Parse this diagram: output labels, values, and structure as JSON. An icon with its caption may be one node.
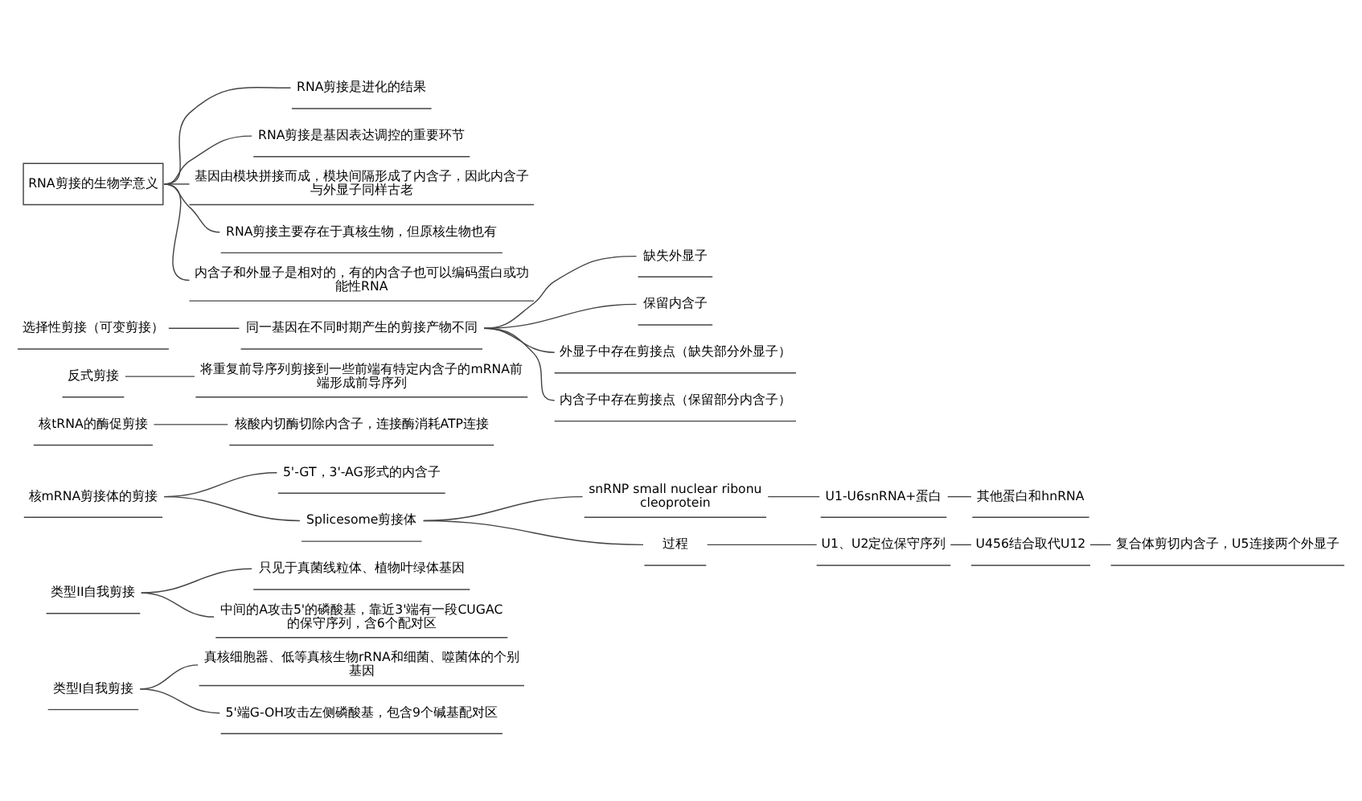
{
  "diagram": {
    "nodes": [
      {
        "text": [
          "类型I自我剪接"
        ]
      },
      {
        "text": [
          "真核细胞器、低等真核生物rRNA和细菌、噬菌体的个别基因"
        ]
      },
      {
        "text": [
          "5'端G-OH攻击左侧磷酸基，包含9个碱基配对区"
        ]
      },
      {
        "text": [
          "类型II自我剪接"
        ]
      },
      {
        "text": [
          "只见于真菌线粒体、植物叶绿体基因"
        ]
      },
      {
        "text": [
          "中间的A攻击5'的磷酸基，靠近3'端有一段CUGAC的保守序列，含6个配对区"
        ]
      },
      {
        "text": [
          "核mRNA剪接体的剪接"
        ]
      },
      {
        "text": [
          "5'-GT，3'-AG形式的内含子"
        ]
      },
      {
        "text": [
          "Splicesome剪接体"
        ]
      },
      {
        "text": [
          "snRNP small nuclear ribonucleoprotein"
        ]
      },
      {
        "text": [
          "U1-U6snRNA+蛋白"
        ]
      },
      {
        "text": [
          "其他蛋白和hnRNA"
        ]
      },
      {
        "text": [
          "过程"
        ]
      },
      {
        "text": [
          "U1、U2定位保守序列"
        ]
      },
      {
        "text": [
          "U456结合取代U12"
        ]
      },
      {
        "text": [
          "复合体剪切内含子，U5连接两个外显子"
        ]
      },
      {
        "text": [
          "核tRNA的酶促剪接"
        ]
      },
      {
        "text": [
          "核酸内切酶切除内含子，连接酶消耗ATP连接"
        ]
      },
      {
        "text": [
          "反式剪接"
        ]
      },
      {
        "text": [
          "将重复前导序列剪接到一些前端有特定内含子的mRNA前端形成前导序列"
        ]
      },
      {
        "text": [
          "选择性剪接（可变剪接）"
        ]
      },
      {
        "text": [
          "同一基因在不同时期产生的剪接产物不同"
        ]
      },
      {
        "text": [
          "缺失外显子"
        ]
      },
      {
        "text": [
          "保留内含子"
        ]
      },
      {
        "text": [
          "外显子中存在剪接点（缺失部分外显子）"
        ]
      },
      {
        "text": [
          "内含子中存在剪接点（保留部分内含子）"
        ]
      },
      {
        "text": [
          "RNA剪接的生物学意义"
        ]
      },
      {
        "text": [
          "RNA剪接是进化的结果"
        ]
      },
      {
        "text": [
          "RNA剪接是基因表达调控的重要环节"
        ]
      },
      {
        "text": [
          "基因由模块拼接而成，模块间隔形成了内含子，因此内含子与外显子同样古老"
        ]
      },
      {
        "text": [
          "RNA剪接主要存在于真核生物，但原核生物也有"
        ]
      },
      {
        "text": [
          "内含子和外显子是相对的，有的内含子也可以编码蛋白或功能性RNA"
        ]
      }
    ],
    "edges": [
      {
        "from": 0,
        "to": 1,
        "arrow": "none"
      },
      {
        "from": 0,
        "to": 2,
        "arrow": "none"
      },
      {
        "from": 3,
        "to": 4,
        "arrow": "none"
      },
      {
        "from": 3,
        "to": 5,
        "arrow": "none"
      },
      {
        "from": 6,
        "to": 7,
        "arrow": "none"
      },
      {
        "from": 6,
        "to": 8,
        "arrow": "none"
      },
      {
        "from": 8,
        "to": 9,
        "arrow": "none"
      },
      {
        "from": 9,
        "to": 10,
        "arrow": "none"
      },
      {
        "from": 10,
        "to": 11,
        "arrow": "none"
      },
      {
        "from": 8,
        "to": 12,
        "arrow": "none"
      },
      {
        "from": 12,
        "to": 13,
        "arrow": "none"
      },
      {
        "from": 13,
        "to": 14,
        "arrow": "none"
      },
      {
        "from": 14,
        "to": 15,
        "arrow": "none"
      },
      {
        "from": 16,
        "to": 17,
        "arrow": "none"
      },
      {
        "from": 18,
        "to": 19,
        "arrow": "none"
      },
      {
        "from": 20,
        "to": 21,
        "arrow": "none"
      },
      {
        "from": 21,
        "to": 22,
        "arrow": "none"
      },
      {
        "from": 21,
        "to": 23,
        "arrow": "none"
      },
      {
        "from": 21,
        "to": 24,
        "arrow": "none"
      },
      {
        "from": 21,
        "to": 25,
        "arrow": "none"
      },
      {
        "from": 26,
        "to": 27,
        "arrow": "none"
      },
      {
        "from": 26,
        "to": 28,
        "arrow": "none"
      },
      {
        "from": 26,
        "to": 29,
        "arrow": "none"
      },
      {
        "from": 26,
        "to": 30,
        "arrow": "none"
      },
      {
        "from": 26,
        "to": 31,
        "arrow": "none"
      }
    ]
  }
}
